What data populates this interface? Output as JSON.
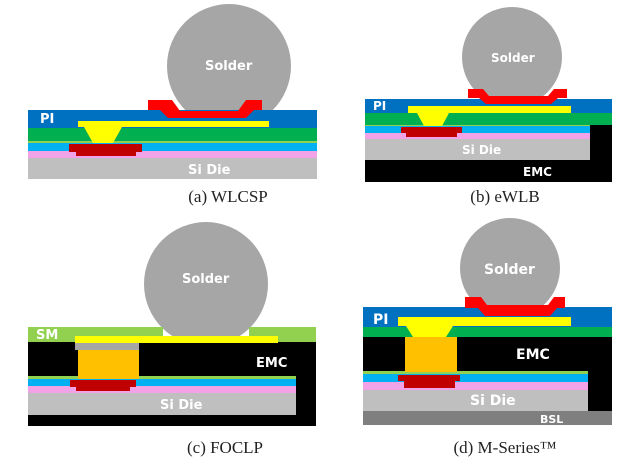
{
  "panels": [
    {
      "caption": "(a) WLCSP",
      "labels": {
        "solder": "Solder",
        "pi": "PI",
        "die": "Si Die"
      }
    },
    {
      "caption": "(b) eWLB",
      "labels": {
        "solder": "Solder",
        "pi": "PI",
        "die": "Si Die",
        "emc": "EMC"
      }
    },
    {
      "caption": "(c) FOCLP",
      "labels": {
        "solder": "Solder",
        "sm": "SM",
        "die": "Si Die",
        "emc": "EMC"
      }
    },
    {
      "caption": "(d) M-Series™",
      "labels": {
        "solder": "Solder",
        "pi": "PI",
        "die": "Si Die",
        "emc": "EMC",
        "bsl": "BSL"
      }
    }
  ],
  "colors": {
    "solder": "#a6a6a6",
    "ubm": "#ff0000",
    "pi": "#0070c0",
    "rdl": "#ffff00",
    "green": "#00b050",
    "light_green": "#92d050",
    "passivation": "#00b0f0",
    "pink": "#f2a2e6",
    "die": "#bfbfbf",
    "pad": "#c00000",
    "pillar": "#ffc000",
    "emc": "#000000",
    "bsl": "#7f7f7f"
  }
}
